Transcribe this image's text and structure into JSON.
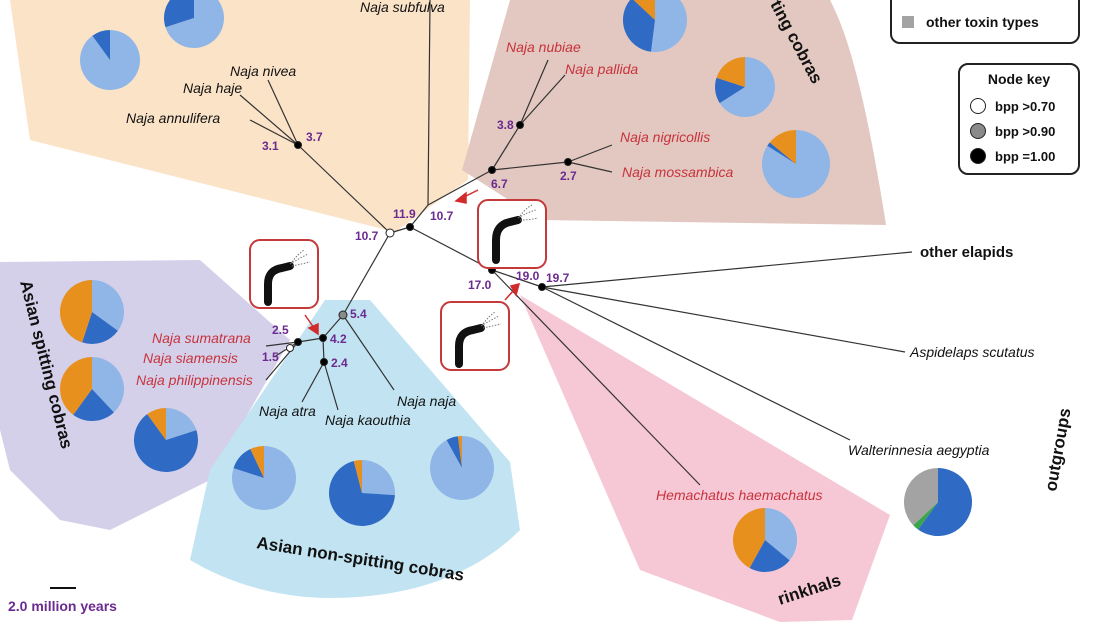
{
  "clades": {
    "african_non_spitting": {
      "fill": "#fbe3c8"
    },
    "african_spitting": {
      "label": "ting cobras",
      "fill": "#e2c8c0"
    },
    "asian_spitting": {
      "label": "Asian spitting cobras",
      "fill": "#d4d0ea"
    },
    "asian_non_spitting": {
      "label": "Asian non-spitting cobras",
      "fill": "#c2e4f2"
    },
    "rinkhals": {
      "label": "rinkhals",
      "fill": "#f6c8d6"
    },
    "outgroups": {
      "label": "outgroups"
    }
  },
  "taxa": {
    "naja_subfulva": "Naja subfulva",
    "naja_nivea": "Naja nivea",
    "naja_haje": "Naja haje",
    "naja_annulifera": "Naja annulifera",
    "naja_nubiae": "Naja nubiae",
    "naja_pallida": "Naja pallida",
    "naja_nigricollis": "Naja nigricollis",
    "naja_mossambica": "Naja mossambica",
    "naja_sumatrana": "Naja sumatrana",
    "naja_siamensis": "Naja siamensis",
    "naja_philippinensis": "Naja philippinensis",
    "naja_atra": "Naja atra",
    "naja_kaouthia": "Naja kaouthia",
    "naja_naja": "Naja naja",
    "other_elapids": "other elapids",
    "aspidelaps_scutatus": "Aspidelaps scutatus",
    "walterinnesia_aegyptia": "Walterinnesia aegyptia",
    "hemachatus_haemachatus": "Hemachatus haemachatus"
  },
  "node_ages": {
    "african_nonspit_crown": "3.1",
    "nivea_haje": "3.7",
    "nubiae_pallida": "3.8",
    "spitting_africa_crown": "6.7",
    "nigricollis_mossambica": "2.7",
    "naja_crown": "10.7",
    "afr_split": "11.9",
    "spit_africa_stem": "10.7",
    "elapid_root": "17.0",
    "hemachatus_stem": "19.0",
    "outgroup_split": "19.7",
    "asian_crown": "5.4",
    "asian_spit_crown": "4.2",
    "sumatrana": "2.5",
    "siamensis": "1.5",
    "atra_kaouthia": "2.4"
  },
  "node_key": {
    "title": "Node key",
    "items": [
      {
        "label": "bpp >0.70",
        "color": "#ffffff"
      },
      {
        "label": "bpp >0.90",
        "color": "#8a8a8a"
      },
      {
        "label": "bpp =1.00",
        "color": "#000000"
      }
    ]
  },
  "toxin_legend": {
    "items": [
      {
        "label": "other toxin types",
        "color": "#a3a3a3"
      }
    ],
    "partial_color": "#3aa64a"
  },
  "pie_colors": {
    "light": "#8fb6e6",
    "dark": "#2f6bc4",
    "orange": "#e8901e",
    "green": "#3aa64a",
    "grey": "#a3a3a3"
  },
  "pies": [
    {
      "id": "pie-annulifera",
      "values": [
        90,
        10,
        0,
        0,
        0
      ]
    },
    {
      "id": "pie-haje",
      "values": [
        70,
        30,
        0,
        0,
        0
      ]
    },
    {
      "id": "pie-nubiae",
      "values": [
        52,
        35,
        13,
        0,
        0
      ]
    },
    {
      "id": "pie-pallida",
      "values": [
        66,
        14,
        20,
        0,
        0
      ]
    },
    {
      "id": "pie-mossambica",
      "values": [
        84,
        2,
        14,
        0,
        0
      ]
    },
    {
      "id": "pie-sumatrana",
      "values": [
        35,
        20,
        45,
        0,
        0
      ]
    },
    {
      "id": "pie-siamensis",
      "values": [
        38,
        22,
        40,
        0,
        0
      ]
    },
    {
      "id": "pie-philippinensis",
      "values": [
        20,
        70,
        10,
        0,
        0
      ]
    },
    {
      "id": "pie-atra",
      "values": [
        80,
        13,
        7,
        0,
        0
      ]
    },
    {
      "id": "pie-kaouthia",
      "values": [
        26,
        70,
        4,
        0,
        0
      ]
    },
    {
      "id": "pie-naja",
      "values": [
        92,
        6,
        2,
        0,
        0
      ]
    },
    {
      "id": "pie-hemachatus",
      "values": [
        36,
        22,
        42,
        0,
        0
      ]
    },
    {
      "id": "pie-walterinnesia",
      "values": [
        0,
        60,
        0,
        3,
        37
      ]
    }
  ],
  "scale_bar": {
    "label": "2.0 million years"
  },
  "colors": {
    "spitting_text": "#c8323c",
    "age_text": "#6b2a8f",
    "branch": "#333333",
    "arrow": "#d22b2b",
    "icon_border": "#c43a3a"
  }
}
